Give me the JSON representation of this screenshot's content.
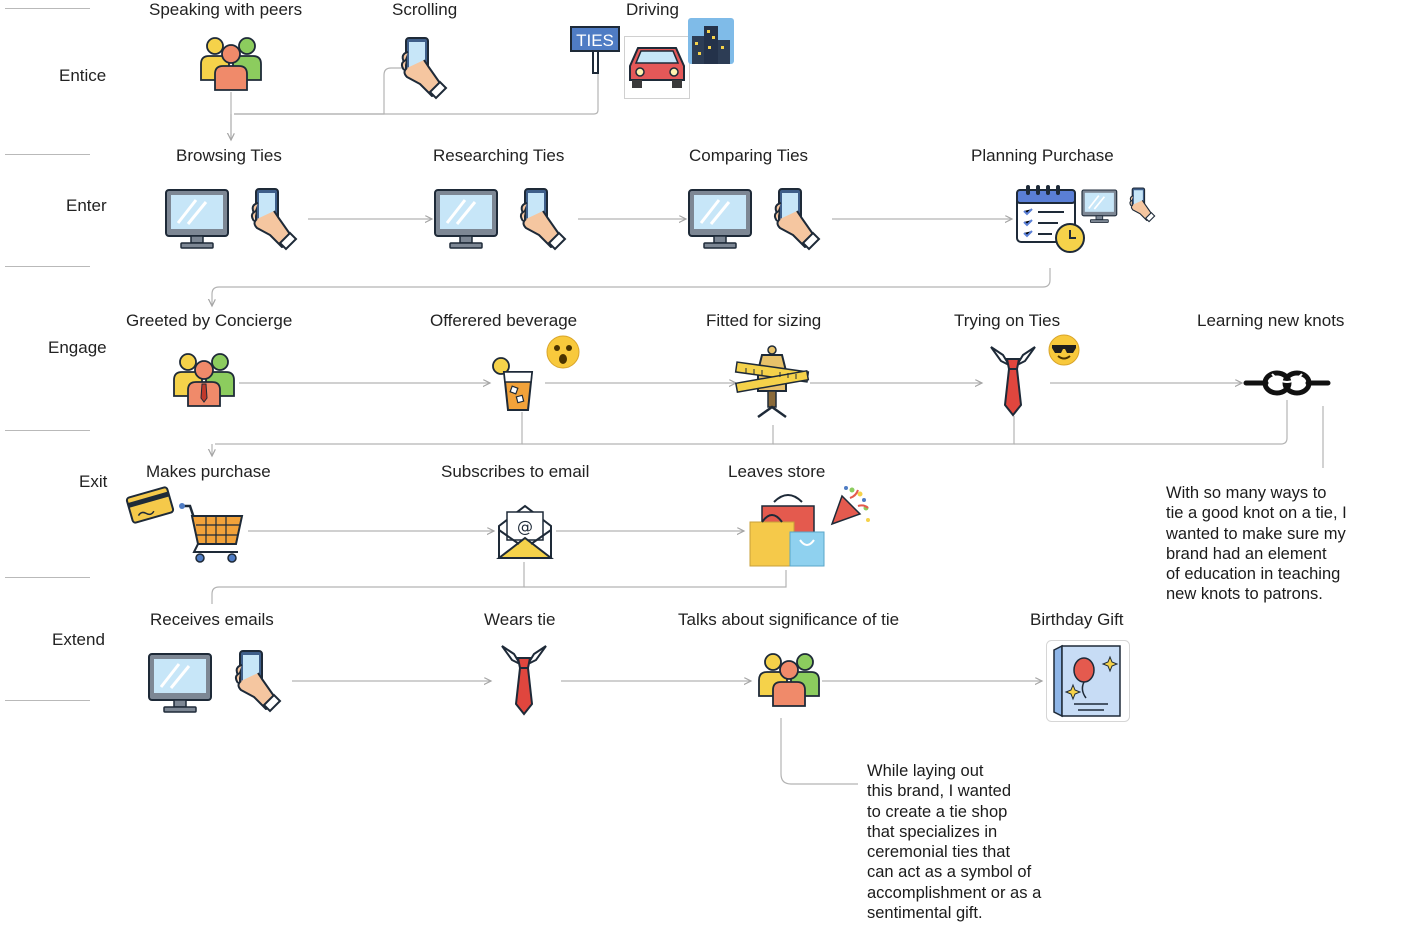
{
  "stages": [
    "Entice",
    "Enter",
    "Engage",
    "Exit",
    "Extend"
  ],
  "steps": {
    "speaking_with_peers": "Speaking with peers",
    "scrolling": "Scrolling",
    "driving": "Driving",
    "billboard_text": "TIES",
    "browsing_ties": "Browsing Ties",
    "researching_ties": "Researching Ties",
    "comparing_ties": "Comparing Ties",
    "planning_purchase": "Planning Purchase",
    "greeted_by_concierge": "Greeted by Concierge",
    "offered_beverage": "Offerered beverage",
    "fitted_for_sizing": "Fitted for sizing",
    "trying_on_ties": "Trying on Ties",
    "learning_new_knots": "Learning new knots",
    "makes_purchase": "Makes purchase",
    "subscribes_to_email": "Subscribes to email",
    "leaves_store": "Leaves store",
    "receives_emails": "Receives emails",
    "wears_tie": "Wears tie",
    "talks_about_significance": "Talks about significance of tie",
    "birthday_gift": "Birthday Gift"
  },
  "notes": {
    "knots": "With so many ways to\ntie a good knot on a tie, I\nwanted to make sure my\nbrand had an element\nof education in teaching\nnew knots to patrons.",
    "brand": "While laying out\nthis brand, I wanted\nto create a tie shop\nthat specializes in\nceremonial ties that\ncan act as a symbol of\naccomplishment or as a\nsentimental gift."
  },
  "icons": [
    "people-group-icon",
    "phone-hand-icon",
    "billboard-icon",
    "car-icon",
    "city-icon",
    "monitor-icon",
    "calendar-clock-icon",
    "drink-icon",
    "surprised-emoji-icon",
    "tailor-mannequin-icon",
    "necktie-icon",
    "cool-emoji-icon",
    "knot-icon",
    "credit-card-icon",
    "shopping-cart-icon",
    "email-envelope-icon",
    "shopping-bags-icon",
    "party-popper-icon",
    "birthday-card-icon"
  ],
  "colors": {
    "connector": "#b3b3b3",
    "divider": "#b9b9b9",
    "person_red": "#f08a6a",
    "person_yellow": "#f5d24a",
    "person_green": "#8ccc5e",
    "tie_red": "#e0463e",
    "screen_blue": "#bfe1f5"
  }
}
